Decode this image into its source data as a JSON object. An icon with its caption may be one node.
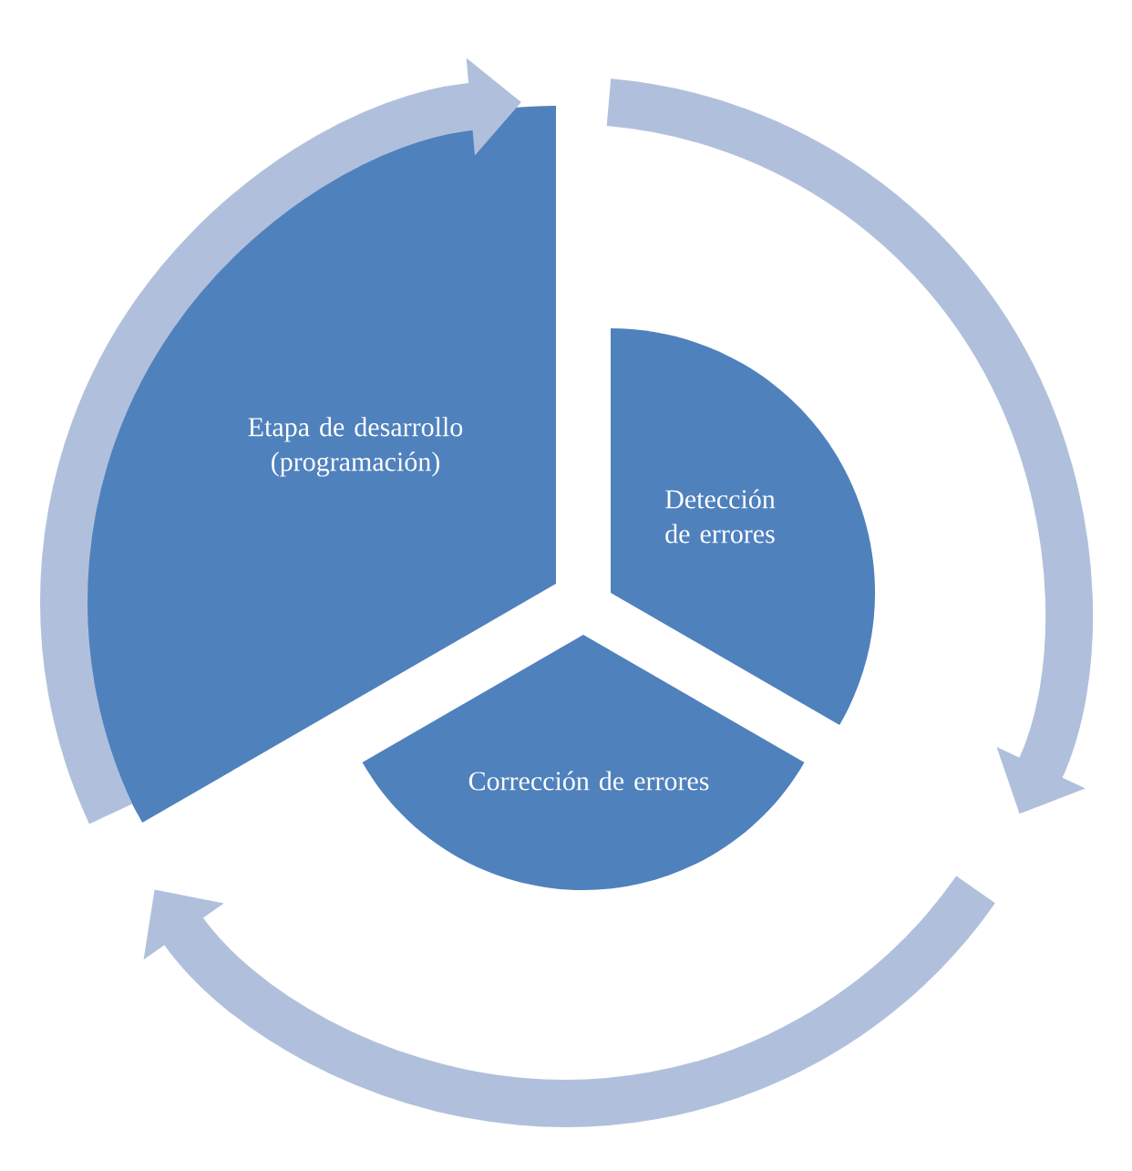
{
  "diagram": {
    "nodes": [
      {
        "text": [
          "Etapa de desarrollo (programación)"
        ]
      },
      {
        "text": [
          "Detección de errores"
        ]
      },
      {
        "text": [
          "Corrección de errores"
        ]
      }
    ]
  }
}
